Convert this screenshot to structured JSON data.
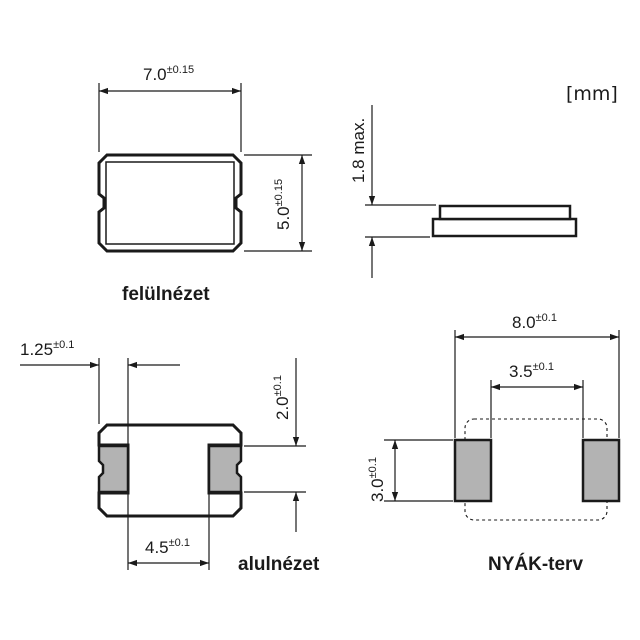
{
  "unit_label": "[mm]",
  "top_view": {
    "label": "felülnézet",
    "width": {
      "value": "7.0",
      "tol": "±0.15"
    },
    "height": {
      "value": "5.0",
      "tol": "±0.15"
    }
  },
  "side_view": {
    "height": {
      "text": "1.8 max."
    }
  },
  "bottom_view": {
    "label": "alulnézet",
    "pad_width": {
      "value": "1.25",
      "tol": "±0.1"
    },
    "pad_height": {
      "value": "2.0",
      "tol": "±0.1"
    },
    "pad_pitch": {
      "value": "4.5",
      "tol": "±0.1"
    }
  },
  "pcb_layout": {
    "label": "NYÁK-terv",
    "outer": {
      "value": "8.0",
      "tol": "±0.1"
    },
    "gap": {
      "value": "3.5",
      "tol": "±0.1"
    },
    "pad_height": {
      "value": "3.0",
      "tol": "±0.1"
    }
  },
  "colors": {
    "pad_fill": "#b3b3b3",
    "line": "#1a1a1a"
  }
}
